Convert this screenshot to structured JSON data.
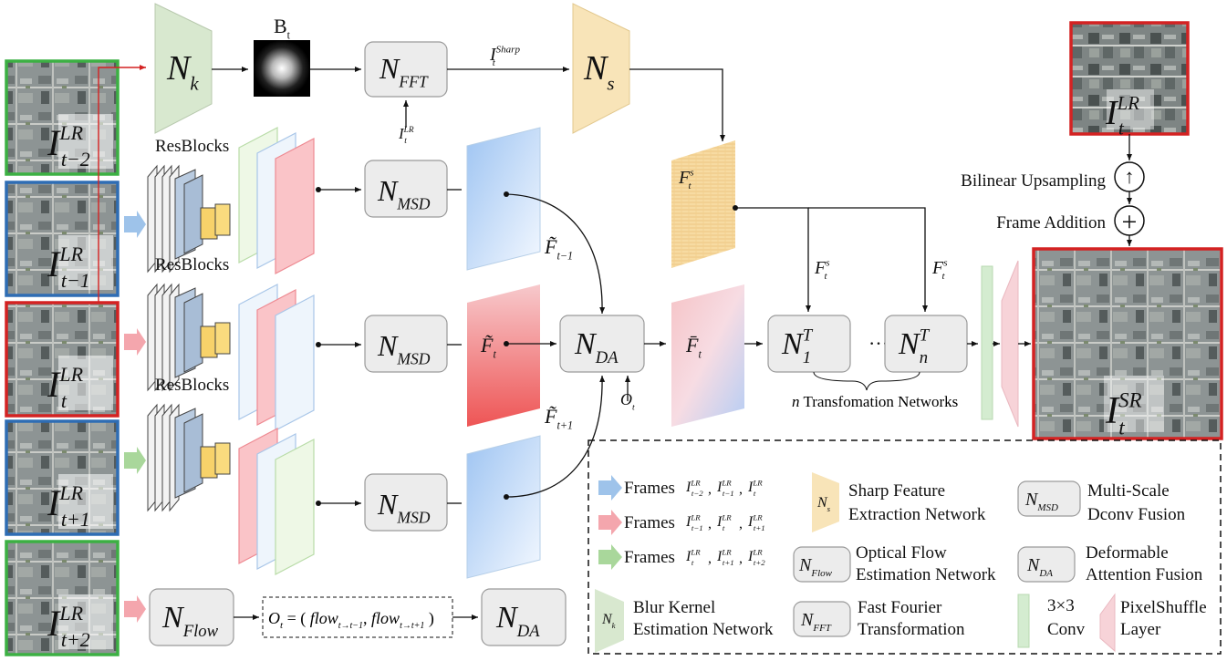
{
  "colors": {
    "green_frame": "#3cb043",
    "blue_frame": "#2e6db4",
    "red_frame": "#d42222",
    "module_fill": "#ececec",
    "module_stroke": "#9a9a9a",
    "sharp_net": "#f8e4b8",
    "blur_net": "#d8e8cf",
    "pixelshuffle": "#f7d3d8",
    "conv": "#d4ecd0"
  },
  "frames_left": [
    {
      "base": "I",
      "sup": "LR",
      "sub": "t−2",
      "color": "green"
    },
    {
      "base": "I",
      "sup": "LR",
      "sub": "t−1",
      "color": "blue"
    },
    {
      "base": "I",
      "sup": "LR",
      "sub": "t",
      "color": "red"
    },
    {
      "base": "I",
      "sup": "LR",
      "sub": "t+1",
      "color": "blue"
    },
    {
      "base": "I",
      "sup": "LR",
      "sub": "t+2",
      "color": "green"
    }
  ],
  "top_row": {
    "nk": {
      "base": "N",
      "sub": "k"
    },
    "blur_kernel_label": {
      "base": "B",
      "sub": "t"
    },
    "nfft": {
      "base": "N",
      "sub": "FFT"
    },
    "fft_input": {
      "base": "I",
      "sup": "LR",
      "sub": "t"
    },
    "sharp_label": {
      "base": "I",
      "sup": "Sharp",
      "sub": "t"
    },
    "ns": {
      "base": "N",
      "sub": "s"
    },
    "feature": {
      "base": "F",
      "sup": "s",
      "sub": "t"
    }
  },
  "resblocks_label": "ResBlocks",
  "msd": {
    "base": "N",
    "sub": "MSD"
  },
  "da": {
    "base": "N",
    "sub": "DA"
  },
  "flow": {
    "base": "N",
    "sub": "Flow"
  },
  "features": {
    "prev": {
      "base": "F̃",
      "sub": "t−1"
    },
    "cur": {
      "base": "F̃",
      "sub": "t"
    },
    "next": {
      "base": "F̃",
      "sub": "t+1"
    },
    "fused": {
      "base": "F̄",
      "sub": "t"
    },
    "offset": {
      "base": "O",
      "sub": "t"
    }
  },
  "offset_formula": {
    "lhs": "O",
    "lhs_sub": "t",
    "eq": " = ( ",
    "f1": "flow",
    "f1_sub": "t→t−1",
    "comma": ", ",
    "f2": "flow",
    "f2_sub": "t→t+1",
    "close": " )"
  },
  "transformation": {
    "n1": {
      "base": "N",
      "sup": "T",
      "sub": "1"
    },
    "dots": "···",
    "nn": {
      "base": "N",
      "sup": "T",
      "sub": "n"
    },
    "fs_left": {
      "base": "F",
      "sup": "s",
      "sub": "t"
    },
    "fs_right": {
      "base": "F",
      "sup": "s",
      "sub": "t"
    },
    "caption_n": "n",
    "caption": " Transfomation Networks"
  },
  "right_side": {
    "lr_frame": {
      "base": "I",
      "sup": "LR",
      "sub": "t"
    },
    "upsampling_label": "Bilinear Upsampling",
    "upsampling_symbol": "↑",
    "addition_label": "Frame Addition",
    "addition_symbol": "+",
    "sr_frame": {
      "base": "I",
      "sup": "SR",
      "sub": "t"
    }
  },
  "legend": {
    "frames_word": "Frames",
    "frames": [
      {
        "color": "blue",
        "terms": [
          [
            "I",
            "LR",
            "t−2"
          ],
          [
            "I",
            "LR",
            "t−1"
          ],
          [
            "I",
            "LR",
            "t"
          ]
        ]
      },
      {
        "color": "red",
        "terms": [
          [
            "I",
            "LR",
            "t−1"
          ],
          [
            "I",
            "LR",
            "t"
          ],
          [
            "I",
            "LR",
            "t+1"
          ]
        ]
      },
      {
        "color": "green",
        "terms": [
          [
            "I",
            "LR",
            "t"
          ],
          [
            "I",
            "LR",
            "t+1"
          ],
          [
            "I",
            "LR",
            "t+2"
          ]
        ]
      }
    ],
    "ns_icon": {
      "base": "N",
      "sub": "s"
    },
    "ns_text": [
      "Sharp Feature",
      "Extraction Network"
    ],
    "msd_icon": {
      "base": "N",
      "sub": "MSD"
    },
    "msd_text": [
      "Multi-Scale",
      "Dconv Fusion"
    ],
    "flow_icon": {
      "base": "N",
      "sub": "Flow"
    },
    "flow_text": [
      "Optical Flow",
      "Estimation Network"
    ],
    "da_icon": {
      "base": "N",
      "sub": "DA"
    },
    "da_text": [
      "Deformable",
      "Attention Fusion"
    ],
    "nk_icon": {
      "base": "N",
      "sub": "k"
    },
    "nk_text": [
      "Blur Kernel",
      "Estimation Network"
    ],
    "fft_icon": {
      "base": "N",
      "sub": "FFT"
    },
    "fft_text": [
      "Fast Fourier",
      "Transformation"
    ],
    "conv_text": [
      "3×3",
      "Conv"
    ],
    "ps_text": [
      "PixelShuffle",
      "Layer"
    ]
  }
}
